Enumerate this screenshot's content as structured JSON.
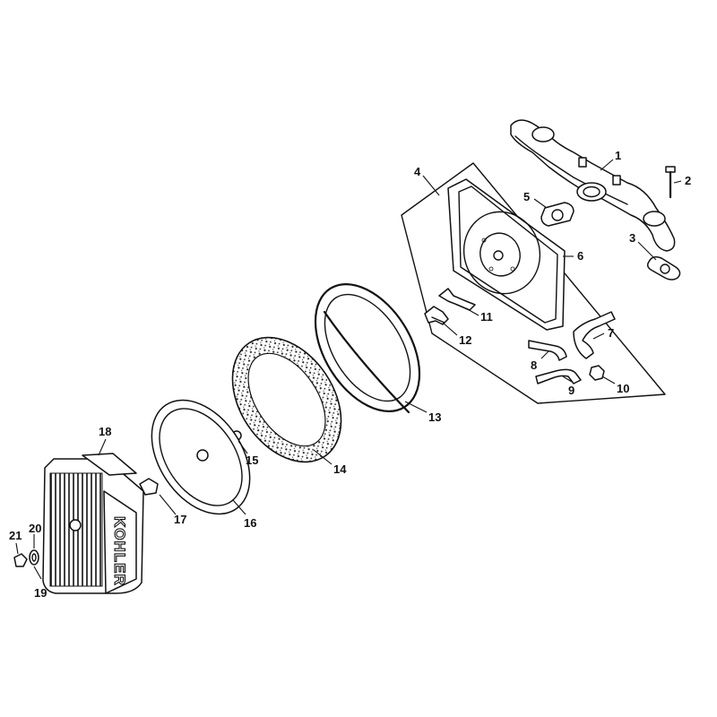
{
  "cover_brand": "KOHLER",
  "callouts": [
    {
      "id": "1",
      "label": "1"
    },
    {
      "id": "2",
      "label": "2"
    },
    {
      "id": "3",
      "label": "3"
    },
    {
      "id": "4",
      "label": "4"
    },
    {
      "id": "5",
      "label": "5"
    },
    {
      "id": "6",
      "label": "6"
    },
    {
      "id": "7",
      "label": "7"
    },
    {
      "id": "8",
      "label": "8"
    },
    {
      "id": "9",
      "label": "9"
    },
    {
      "id": "10",
      "label": "10"
    },
    {
      "id": "11",
      "label": "11"
    },
    {
      "id": "12",
      "label": "12"
    },
    {
      "id": "13",
      "label": "13"
    },
    {
      "id": "14",
      "label": "14"
    },
    {
      "id": "15",
      "label": "15"
    },
    {
      "id": "16",
      "label": "16"
    },
    {
      "id": "17",
      "label": "17"
    },
    {
      "id": "18",
      "label": "18"
    },
    {
      "id": "19",
      "label": "19"
    },
    {
      "id": "20",
      "label": "20"
    },
    {
      "id": "21",
      "label": "21"
    }
  ]
}
